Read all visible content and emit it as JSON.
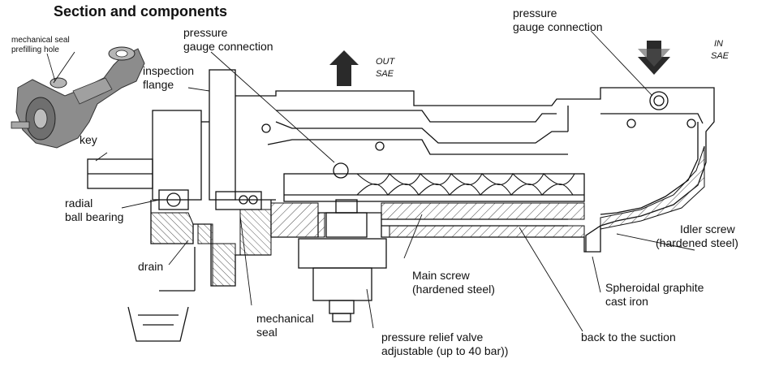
{
  "title": "Section and components",
  "labels": {
    "mech_seal_prefill_line1": "mechanical seal",
    "mech_seal_prefill_line2": "prefilling hole",
    "gauge_left_line1": "pressure",
    "gauge_left_line2": "gauge connection",
    "inspection_line1": "inspection",
    "inspection_line2": "flange",
    "out_line1": "OUT",
    "out_line2": "SAE",
    "gauge_right_line1": "pressure",
    "gauge_right_line2": "gauge connection",
    "in_line1": "IN",
    "in_line2": "SAE",
    "key": "key",
    "radial_line1": "radial",
    "radial_line2": "ball bearing",
    "drain": "drain",
    "idler_line1": "Idler screw",
    "idler_line2": "(hardened steel)",
    "main_line1": "Main screw",
    "main_line2": "(hardened steel)",
    "spheroidal_line1": "Spheroidal graphite",
    "spheroidal_line2": "cast iron",
    "mech_seal_line1": "mechanical",
    "mech_seal_line2": "seal",
    "relief_line1": "pressure relief valve",
    "relief_line2": "adjustable (up to 40 bar))",
    "back_suction": "back to the suction"
  },
  "colors": {
    "line": "#111111",
    "arrow": "#2a2a2a",
    "hatch": "#444444",
    "photo_body": "#8c8c8c"
  }
}
